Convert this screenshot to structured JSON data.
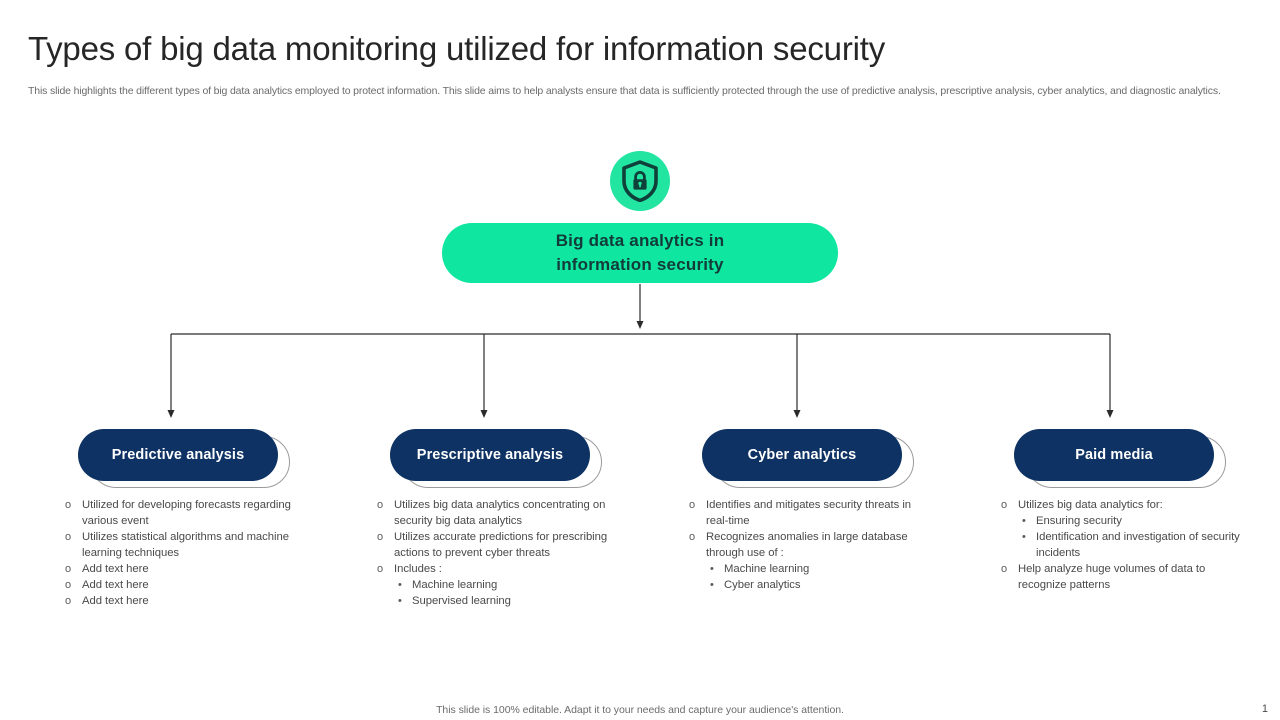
{
  "header": {
    "title": "Types of big data monitoring utilized for information security",
    "subtitle": "This slide highlights the different types of big data analytics employed to protect information. This slide aims to help analysts ensure that data is sufficiently protected through the use of predictive analysis, prescriptive analysis, cyber analytics, and diagnostic analytics."
  },
  "diagram": {
    "icon": "shield-lock-icon",
    "root": {
      "line1": "Big data analytics in",
      "line2": "information security"
    },
    "branches": [
      {
        "label": "Predictive analysis",
        "bullets": [
          {
            "text": "Utilized for developing  forecasts regarding  various  event",
            "sub": []
          },
          {
            "text": "Utilizes statistical algorithms and machine  learning  techniques",
            "sub": []
          },
          {
            "text": "Add text here",
            "sub": []
          },
          {
            "text": "Add text here",
            "sub": []
          },
          {
            "text": "Add text here",
            "sub": []
          }
        ]
      },
      {
        "label": "Prescriptive analysis",
        "bullets": [
          {
            "text": "Utilizes big data analytics concentrating on security big data analytics",
            "sub": []
          },
          {
            "text": "Utilizes accurate predictions for prescribing  actions to prevent cyber threats",
            "sub": []
          },
          {
            "text": "Includes  :",
            "sub": [
              "Machine  learning",
              "Supervised  learning"
            ]
          }
        ]
      },
      {
        "label": "Cyber analytics",
        "bullets": [
          {
            "text": "Identifies  and mitigates security threats in real-time",
            "sub": []
          },
          {
            "text": "Recognizes anomalies in large database through use of  :",
            "sub": [
              "Machine learning",
              "Cyber analytics"
            ]
          }
        ]
      },
      {
        "label": "Paid media",
        "bullets": [
          {
            "text": "Utilizes big data analytics for:",
            "sub": [
              "Ensuring security",
              "Identification  and investigation  of security incidents"
            ]
          },
          {
            "text": "Help analyze huge volumes  of data to recognize  patterns",
            "sub": []
          }
        ]
      }
    ],
    "bullet_marker": "o",
    "sub_bullet_marker": "•"
  },
  "footer": {
    "note": "This slide is 100% editable. Adapt it to your needs and capture your audience's attention.",
    "page_number": "1"
  },
  "colors": {
    "accent_green": "#0fe6a0",
    "icon_green": "#22e5a2",
    "navy": "#0d3263",
    "root_text": "#123b3a",
    "title_text": "#262626",
    "body_text": "#4a4a4a",
    "connector": "#2b2b2b"
  }
}
